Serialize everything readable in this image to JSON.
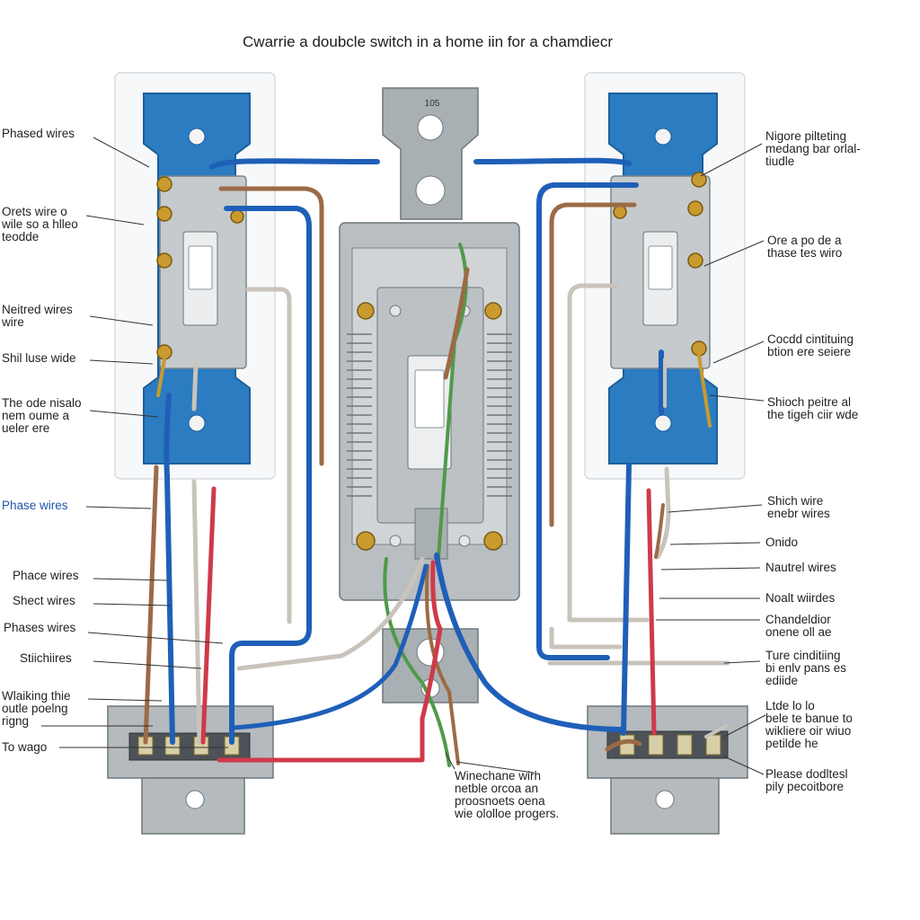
{
  "title": "Cwarrie a doubcle switch in a home iin for a chamdiecr",
  "center_mark_top": "105",
  "labels_left": [
    {
      "text": "Phased wires"
    },
    {
      "text": "Orets wire o\nwile so a hlleo\nteodde"
    },
    {
      "text": "Neitred wires\nwire"
    },
    {
      "text": "Shil luse wide"
    },
    {
      "text": "The ode nisalo\nnem oume a\nueler ere"
    },
    {
      "text": "Phase wires"
    },
    {
      "text": "Phace wires"
    },
    {
      "text": "Shect wires"
    },
    {
      "text": "Phases wires"
    },
    {
      "text": "Stiichiires"
    },
    {
      "text": "Wlaiking thie\noutle poelng\nrigng"
    },
    {
      "text": "To wago"
    }
  ],
  "labels_right": [
    {
      "text": "Nigore pilteting\nmedang bar orlal-\ntiudle"
    },
    {
      "text": "Ore a po de a\nthase tes wiro"
    },
    {
      "text": "Cocdd cintituing\nbtion ere seiere"
    },
    {
      "text": "Shioch peitre al\nthe tigeh ciir wde"
    },
    {
      "text": "Shich wire\nenebr wires"
    },
    {
      "text": "Onido"
    },
    {
      "text": "Nautrel wires"
    },
    {
      "text": "Noalt wiirdes"
    },
    {
      "text": "Chandeldior\nonene oll ae"
    },
    {
      "text": "Ture cinditiing\nbi enlv pans es\nediide"
    },
    {
      "text": "Ltde lo lo\nbele te banue to\nwikliere oir wiuo\npetilde he"
    },
    {
      "text": "Please dodltesl\npily pecoitbore"
    }
  ],
  "label_bottom_center": {
    "text": "Winechane wirh\nnetble orcoa an\nproosnoets oena\nwie ololloe progers."
  },
  "colors": {
    "plate_blue": "#2b7cc1",
    "plate_blue_dark": "#1d5f99",
    "metal_gray": "#a9b0b3",
    "wire_blue": "#1f5fb8",
    "wire_brown": "#9c6a45",
    "wire_red": "#cf3a4a",
    "wire_gray": "#c9c4bb",
    "wire_green": "#4f9a4a",
    "brass": "#c99a2e",
    "label_blue": "#1f56a8"
  }
}
